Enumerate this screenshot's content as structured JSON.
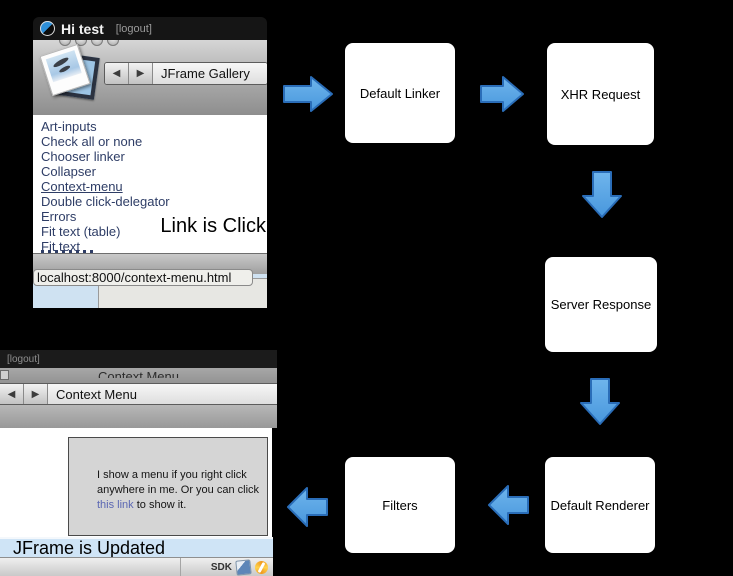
{
  "colors": {
    "background": "#000000",
    "arrow_fill_light": "#6fb5ec",
    "arrow_fill_dark": "#4897dd",
    "arrow_stroke": "#2a6db8",
    "link_navy": "#2e3d66",
    "band_blue": "#cfe2f2",
    "inline_link_blue": "#5b67b3"
  },
  "top_window": {
    "title": "Hi test",
    "logout_label": "[logout]",
    "nav": {
      "back_glyph": "◀",
      "forward_glyph": "▶",
      "title": "JFrame Gallery"
    },
    "links": [
      "Art-inputs",
      "Check all or none",
      "Chooser linker",
      "Collapser",
      "Context-menu",
      "Double click-delegator",
      "Errors",
      "Fit text (table)",
      "Fit text"
    ],
    "active_link": "Context-menu",
    "annotation": "Link is Click",
    "status_url": "localhost:8000/context-menu.html"
  },
  "bottom_window": {
    "logout_label": "[logout]",
    "clipped_title": "Context Menu",
    "nav": {
      "back_glyph": "◀",
      "forward_glyph": "▶",
      "title": "Context Menu"
    },
    "content_box": {
      "line1": "I show a menu if you right click",
      "line2": "anywhere in me. Or you can click",
      "link_text": "this link",
      "line3_rest": " to show it."
    },
    "annotation": "JFrame is Updated",
    "statusbar": {
      "sdk_label": "SDK"
    }
  },
  "flow": {
    "boxes": [
      {
        "label": "Default Linker"
      },
      {
        "label": "XHR Request"
      },
      {
        "label": "Server Response"
      },
      {
        "label": "Default Renderer"
      },
      {
        "label": "Filters"
      }
    ]
  }
}
